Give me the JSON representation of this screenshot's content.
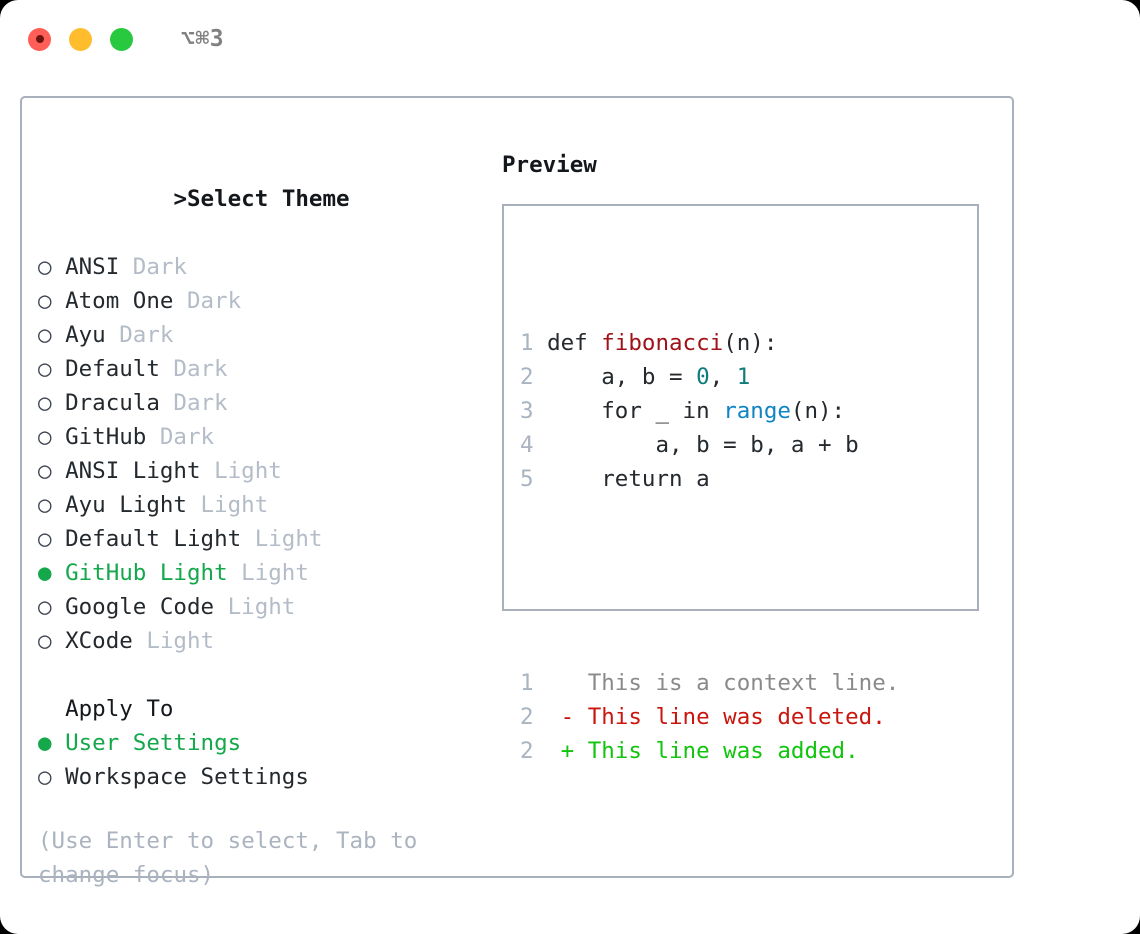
{
  "titlebar": {
    "shortcut": "⌥⌘3",
    "lights": [
      "close",
      "minimize",
      "zoom"
    ]
  },
  "theme_section": {
    "caret": ">",
    "heading": "Select Theme",
    "items": [
      {
        "bullet": "○",
        "label": "ANSI",
        "badge": "Dark",
        "selected": false
      },
      {
        "bullet": "○",
        "label": "Atom One",
        "badge": "Dark",
        "selected": false
      },
      {
        "bullet": "○",
        "label": "Ayu",
        "badge": "Dark",
        "selected": false
      },
      {
        "bullet": "○",
        "label": "Default",
        "badge": "Dark",
        "selected": false
      },
      {
        "bullet": "○",
        "label": "Dracula",
        "badge": "Dark",
        "selected": false
      },
      {
        "bullet": "○",
        "label": "GitHub",
        "badge": "Dark",
        "selected": false
      },
      {
        "bullet": "○",
        "label": "ANSI Light",
        "badge": "Light",
        "selected": false
      },
      {
        "bullet": "○",
        "label": "Ayu Light",
        "badge": "Light",
        "selected": false
      },
      {
        "bullet": "○",
        "label": "Default Light",
        "badge": "Light",
        "selected": false
      },
      {
        "bullet": "●",
        "label": "GitHub Light",
        "badge": "Light",
        "selected": true
      },
      {
        "bullet": "○",
        "label": "Google Code",
        "badge": "Light",
        "selected": false
      },
      {
        "bullet": "○",
        "label": "XCode",
        "badge": "Light",
        "selected": false
      }
    ]
  },
  "apply_section": {
    "heading": "Apply To",
    "items": [
      {
        "bullet": "●",
        "label": "User Settings",
        "selected": true
      },
      {
        "bullet": "○",
        "label": "Workspace Settings",
        "selected": false
      }
    ]
  },
  "hint": "(Use Enter to select, Tab to change focus)",
  "preview": {
    "heading": "Preview",
    "code_lines": [
      {
        "num": "1",
        "tokens": [
          {
            "text": " def ",
            "style": "plain"
          },
          {
            "text": "fibonacci",
            "style": "fn"
          },
          {
            "text": "(n):",
            "style": "plain"
          }
        ]
      },
      {
        "num": "2",
        "tokens": [
          {
            "text": "     a, b = ",
            "style": "plain"
          },
          {
            "text": "0",
            "style": "num"
          },
          {
            "text": ", ",
            "style": "plain"
          },
          {
            "text": "1",
            "style": "num"
          }
        ]
      },
      {
        "num": "3",
        "tokens": [
          {
            "text": "     for _ in ",
            "style": "plain"
          },
          {
            "text": "range",
            "style": "call"
          },
          {
            "text": "(n):",
            "style": "plain"
          }
        ]
      },
      {
        "num": "4",
        "tokens": [
          {
            "text": "         a, b = b, a + b",
            "style": "plain"
          }
        ]
      },
      {
        "num": "5",
        "tokens": [
          {
            "text": "     return a",
            "style": "plain"
          }
        ]
      }
    ],
    "diff_lines": [
      {
        "num": "1",
        "marker": "  ",
        "text": "This is a context line.",
        "style": "ctx"
      },
      {
        "num": "2",
        "marker": "- ",
        "text": "This line was deleted.",
        "style": "del"
      },
      {
        "num": "2",
        "marker": "+ ",
        "text": "This line was added.",
        "style": "add"
      }
    ]
  },
  "colors": {
    "accent_green": "#14a84b",
    "diff_add": "#12c40d",
    "diff_del": "#c9160f",
    "border": "#a7b0bb",
    "muted": "#b3bcc7",
    "text": "#24292e"
  }
}
